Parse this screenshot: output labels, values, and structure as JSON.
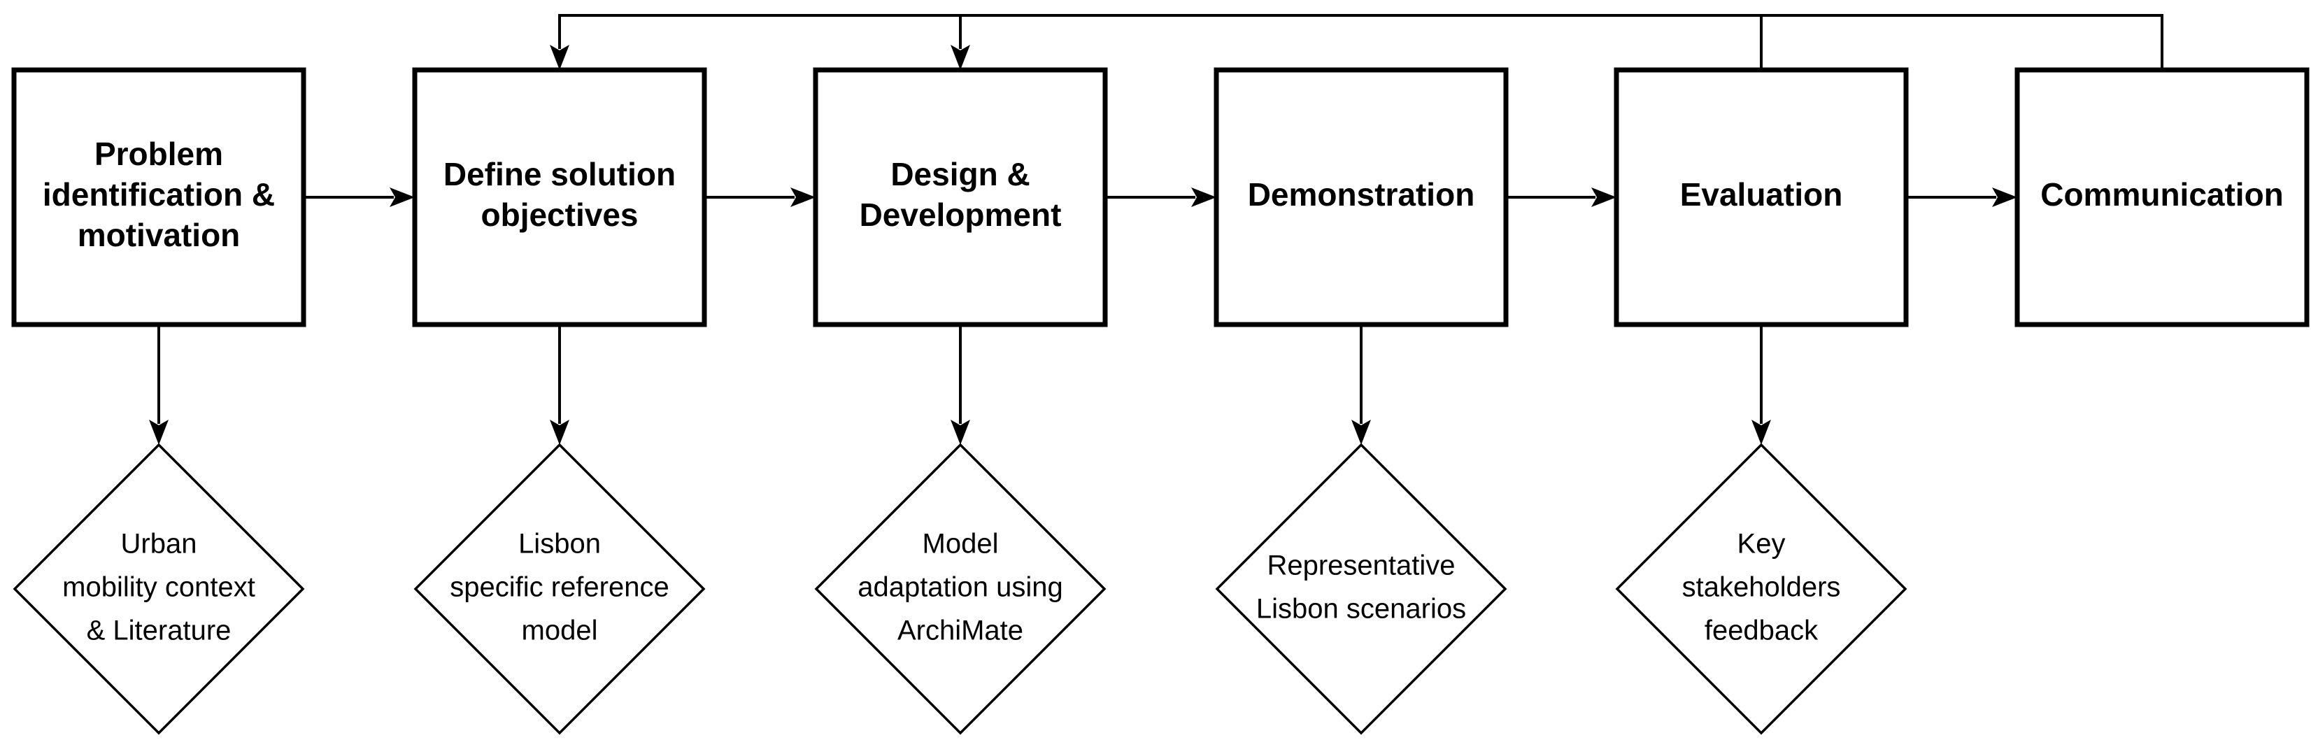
{
  "steps": [
    {
      "label_lines": [
        "Problem",
        "identification &",
        "motivation"
      ]
    },
    {
      "label_lines": [
        "Define solution",
        "objectives"
      ]
    },
    {
      "label_lines": [
        "Design &",
        "Development"
      ]
    },
    {
      "label_lines": [
        "Demonstration"
      ]
    },
    {
      "label_lines": [
        "Evaluation"
      ]
    },
    {
      "label_lines": [
        "Communication"
      ]
    }
  ],
  "outputs": [
    {
      "label_lines": [
        "Urban",
        "mobility context",
        "& Literature"
      ]
    },
    {
      "label_lines": [
        "Lisbon",
        "specific reference",
        "model"
      ]
    },
    {
      "label_lines": [
        "Model",
        "adaptation using",
        "ArchiMate"
      ]
    },
    {
      "label_lines": [
        "Representative",
        "Lisbon scenarios"
      ]
    },
    {
      "label_lines": [
        "Key",
        "stakeholders",
        "feedback"
      ]
    }
  ]
}
